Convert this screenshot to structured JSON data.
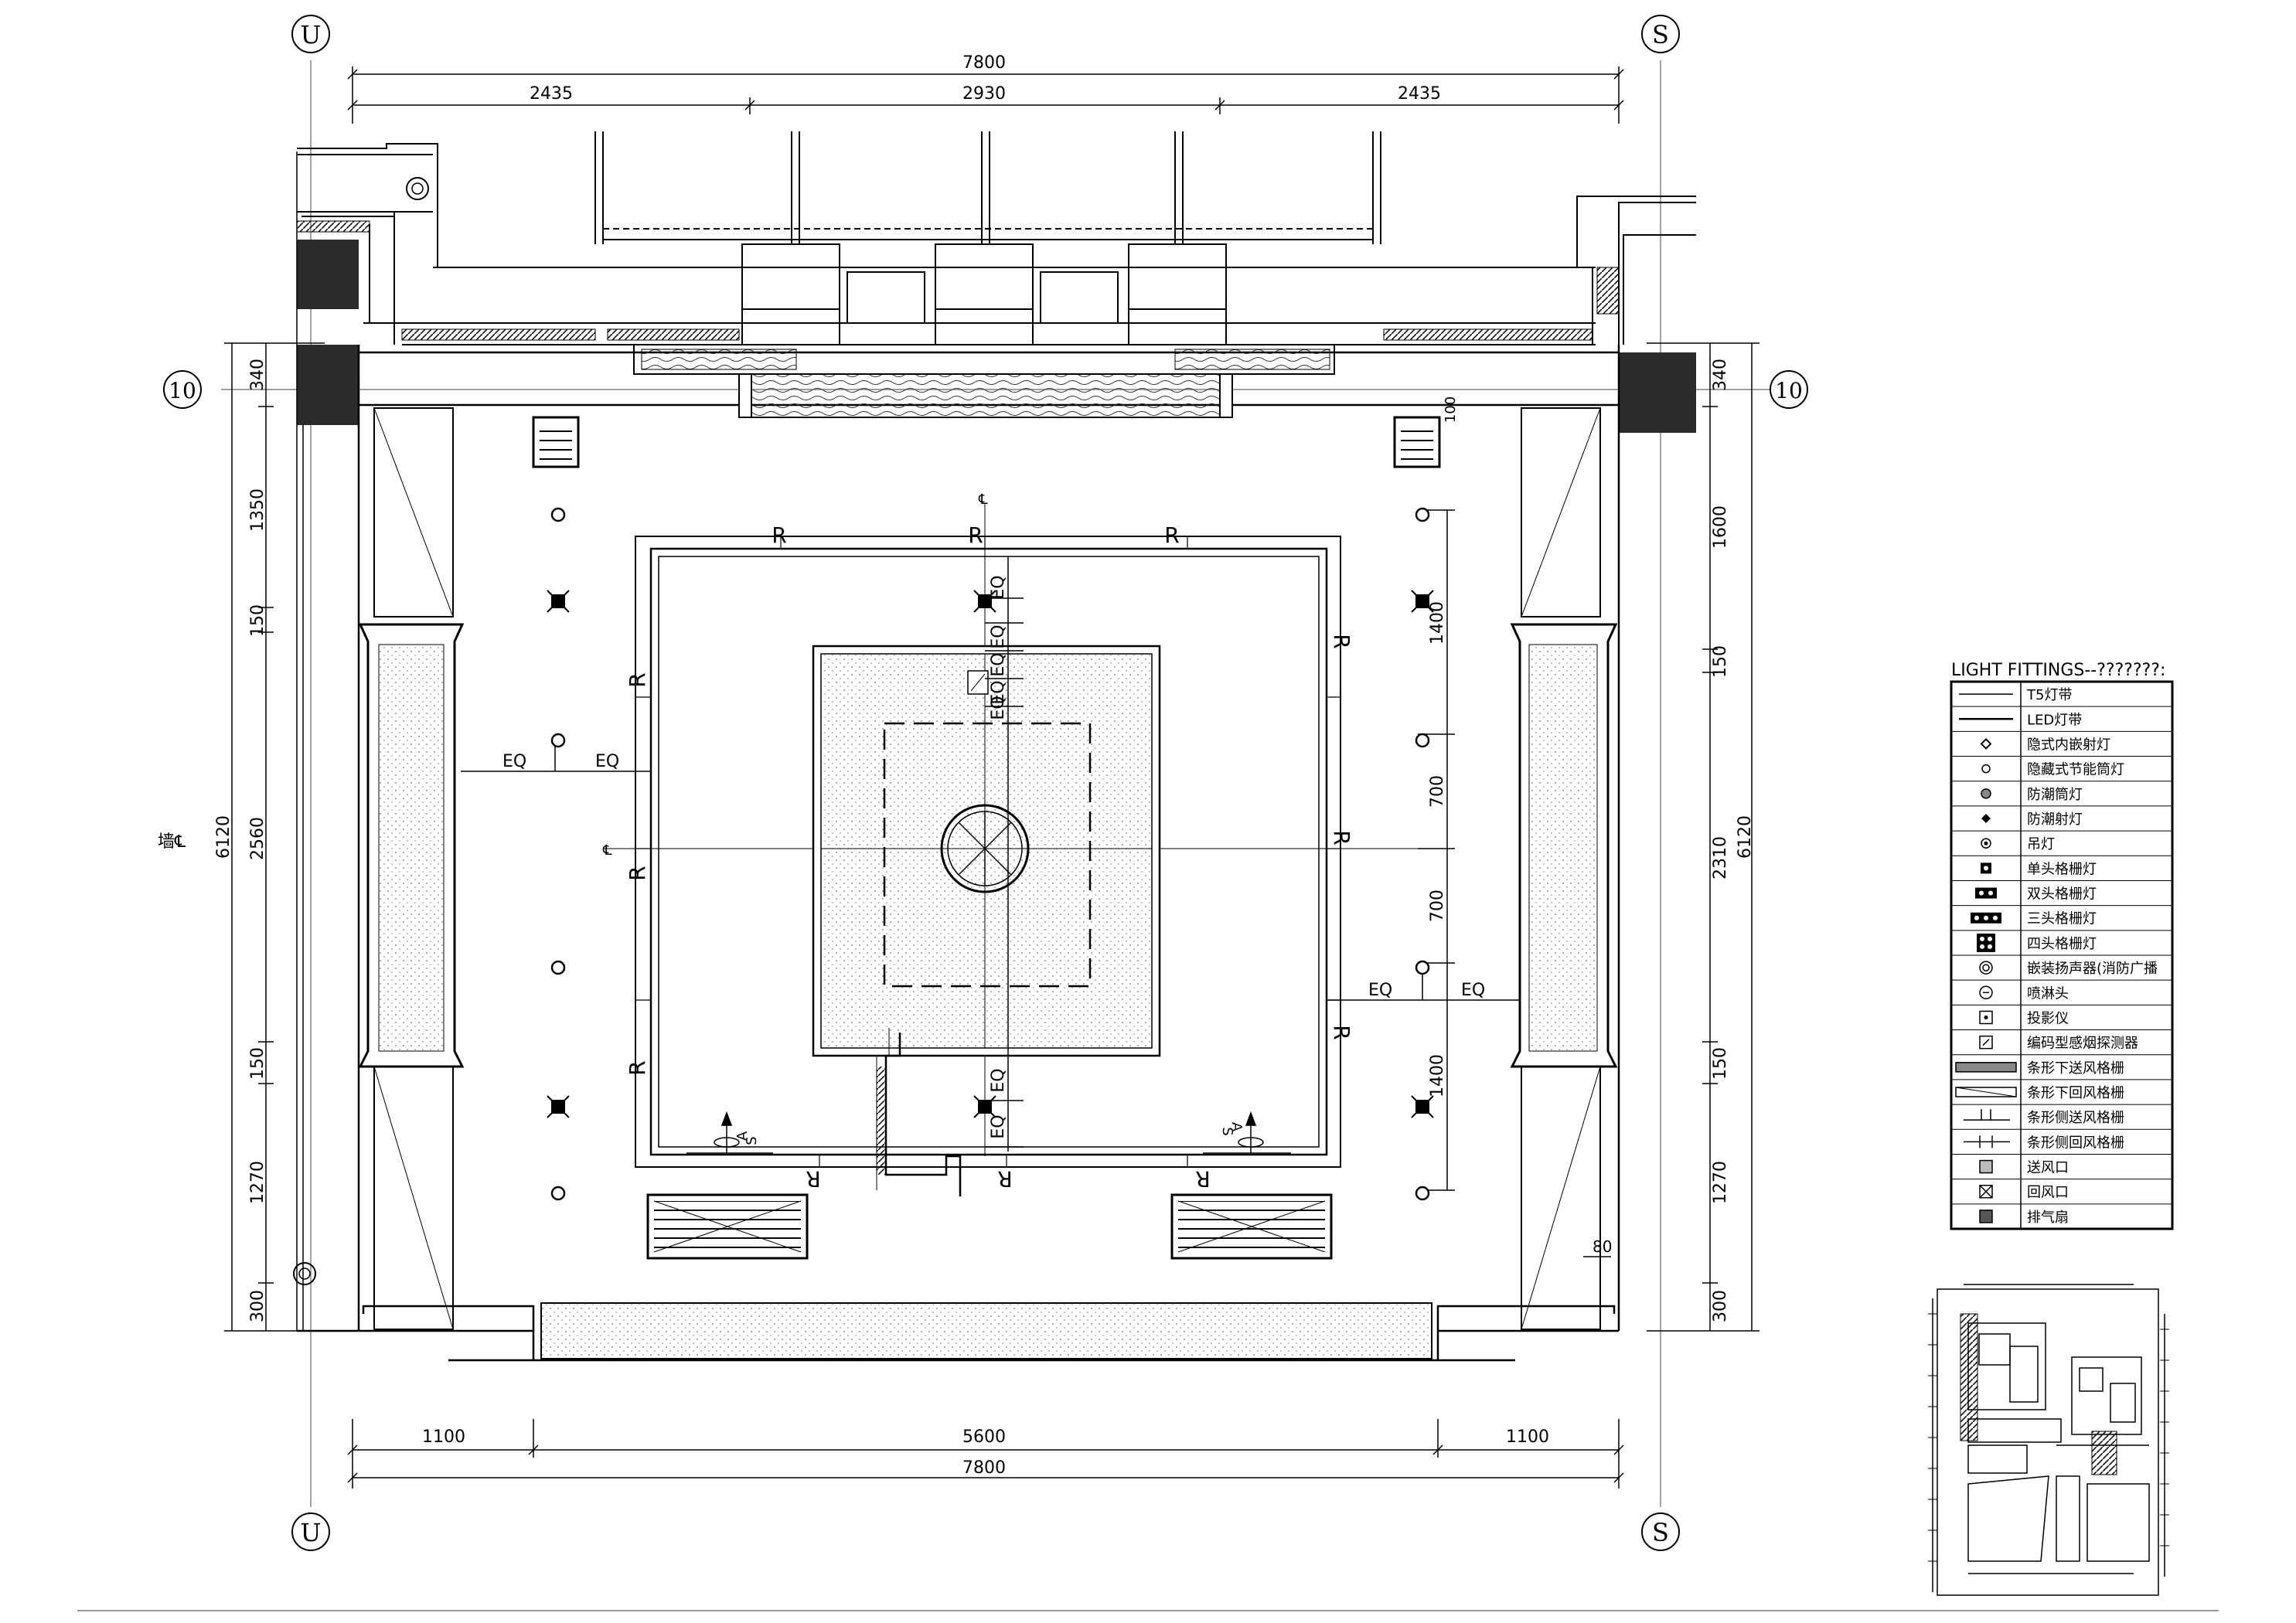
{
  "grid_labels": {
    "col_left": "U",
    "col_right": "S",
    "row": "10"
  },
  "dimensions": {
    "top_total": "7800",
    "top_segments": [
      "2435",
      "2930",
      "2435"
    ],
    "bottom_total": "7800",
    "bottom_segments": [
      "1100",
      "5600",
      "1100"
    ],
    "left_total": "6120",
    "left_segments": [
      "340",
      "1350",
      "150",
      "2560",
      "150",
      "1270",
      "300"
    ],
    "right_total": "6120",
    "right_segments": [
      "340",
      "1600",
      "150",
      "2310",
      "150",
      "1270",
      "300"
    ],
    "inner_right_segments": [
      "1400",
      "700",
      "700",
      "1400"
    ],
    "small_100": "100",
    "small_80": "80"
  },
  "annotations": {
    "eq": "EQ",
    "r": "R",
    "centerline": "℄",
    "wall_centerline": "墙℄",
    "section_a": "A",
    "section_a_sheet": "S",
    "section_s": "S",
    "section_s_sheet": "A"
  },
  "legend": {
    "title": "LIGHT FITTINGS--???????:",
    "items": [
      {
        "icon": "t5-strip",
        "label": "T5灯带"
      },
      {
        "icon": "led-strip",
        "label": "LED灯带"
      },
      {
        "icon": "recessed-spot",
        "label": "隐式内嵌射灯"
      },
      {
        "icon": "recessed-downlight",
        "label": "隐藏式节能筒灯"
      },
      {
        "icon": "damp-downlight",
        "label": "防潮筒灯"
      },
      {
        "icon": "damp-spot",
        "label": "防潮射灯"
      },
      {
        "icon": "pendant",
        "label": "吊灯"
      },
      {
        "icon": "single-grille",
        "label": "单头格栅灯"
      },
      {
        "icon": "double-grille",
        "label": "双头格栅灯"
      },
      {
        "icon": "triple-grille",
        "label": "三头格栅灯"
      },
      {
        "icon": "quad-grille",
        "label": "四头格栅灯"
      },
      {
        "icon": "speaker",
        "label": "嵌装扬声器(消防广播"
      },
      {
        "icon": "sprinkler",
        "label": "喷淋头"
      },
      {
        "icon": "projector",
        "label": "投影仪"
      },
      {
        "icon": "smoke-detector",
        "label": "编码型感烟探测器"
      },
      {
        "icon": "linear-supply",
        "label": "条形下送风格栅"
      },
      {
        "icon": "linear-return",
        "label": "条形下回风格栅"
      },
      {
        "icon": "side-supply",
        "label": "条形侧送风格栅"
      },
      {
        "icon": "side-return",
        "label": "条形侧回风格栅"
      },
      {
        "icon": "supply-outlet",
        "label": "送风口"
      },
      {
        "icon": "return-outlet",
        "label": "回风口"
      },
      {
        "icon": "exhaust",
        "label": "排气扇"
      }
    ]
  },
  "colors": {
    "line": "#000000",
    "hatch": "#2b2b2b",
    "light_fill": "#f0f0f0"
  }
}
